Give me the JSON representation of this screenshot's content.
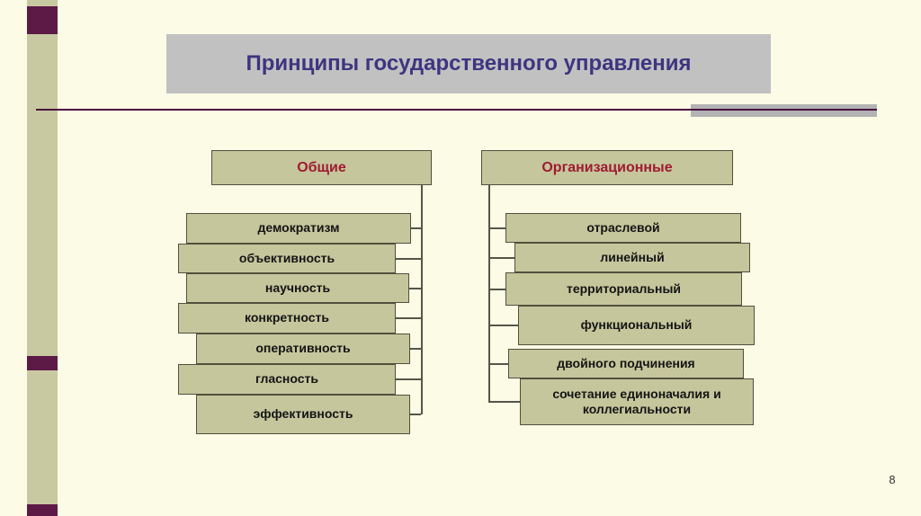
{
  "slide": {
    "title": "Принципы государственного управления",
    "page_number": "8"
  },
  "groups": {
    "general": {
      "header": "Общие",
      "items": [
        "демократизм",
        "объективность",
        "научность",
        "конкретность",
        "оперативность",
        "гласность",
        "эффективность"
      ]
    },
    "organizational": {
      "header": "Организационные",
      "items": [
        "отраслевой",
        "линейный",
        "территориальный",
        "функциональный",
        "двойного подчинения",
        "сочетание единоначалия и коллегиальности"
      ]
    }
  },
  "colors": {
    "background": "#FBFBE6",
    "side_band": "#C9C9A1",
    "accent_square": "#5E1A46",
    "title_box_fill": "#C1C1C1",
    "title_text": "#3D3580",
    "node_fill": "#C6C69C",
    "node_border": "#50503C",
    "node_text": "#141414",
    "group_header_text": "#9E1B32",
    "divider_line": "#4A1240",
    "divider_bar": "#B3B3B3"
  }
}
